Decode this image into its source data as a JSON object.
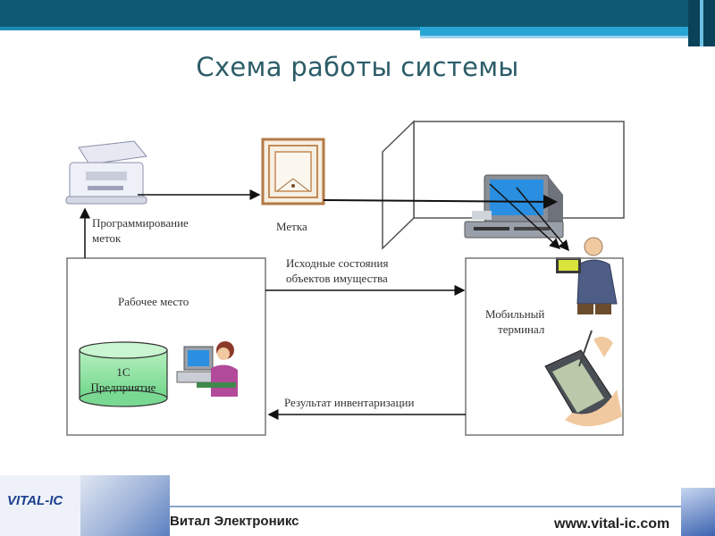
{
  "title": "Схема работы системы",
  "diagram": {
    "printer_label": "Программирование\nметок",
    "tag_label": "Метка",
    "workplace_label": "Рабочее место",
    "database_label": "1С\nПредприятие",
    "initial_states_label": "Исходные состояния\nобъектов имущества",
    "result_label": "Результат инвентаризации",
    "terminal_label": "Мобильный\nтерминал"
  },
  "footer": {
    "logo_text": "VITAL-IC",
    "company": "Витал Электроникс",
    "url": "www.vital-ic.com"
  },
  "colors": {
    "title": "#2b5c68",
    "banner_dark": "#0f5a72",
    "banner_light": "#27a6d6",
    "logo_blue": "#1b3f8e"
  }
}
